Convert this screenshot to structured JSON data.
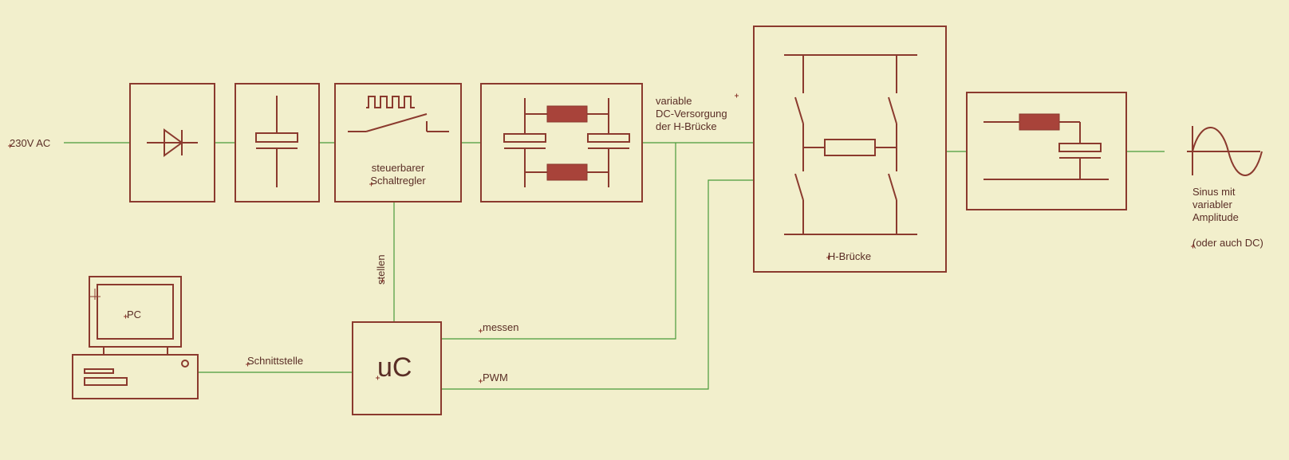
{
  "labels": {
    "input": "230V AC",
    "regulator_line1": "steuerbarer",
    "regulator_line2": "Schaltregler",
    "dc_supply_line1": "variable",
    "dc_supply_line2": "DC-Versorgung",
    "dc_supply_line3": "der H-Brücke",
    "hbridge": "H-Brücke",
    "output_line1": "Sinus mit",
    "output_line2": "variabler",
    "output_line3": "Amplitude",
    "output_line4": "(oder auch DC)",
    "stellen": "stellen",
    "pc": "PC",
    "interface": "Schnittstelle",
    "uc": "uC",
    "measure": "messen",
    "pwm": "PWM"
  },
  "colors": {
    "background": "#f2efcc",
    "symbol": "#8b3a2e",
    "wire": "#4a9a3a",
    "resistor": "#a8433a"
  }
}
